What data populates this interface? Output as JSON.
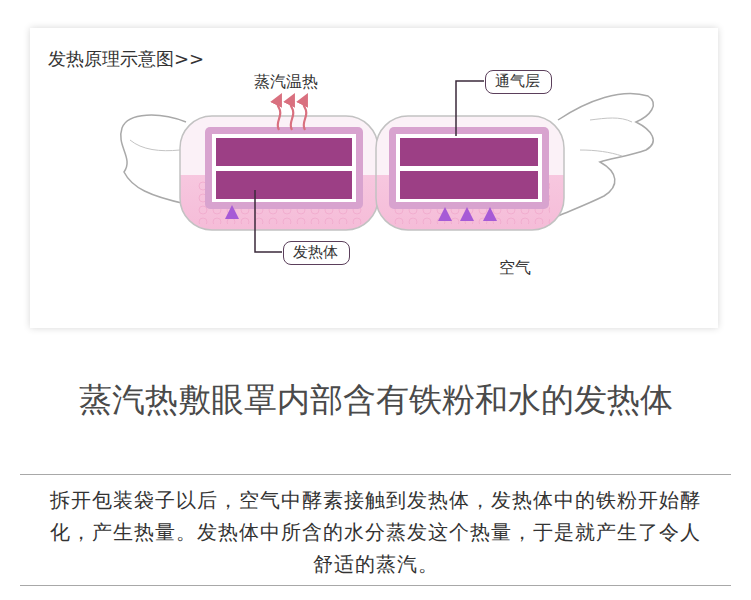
{
  "diagram": {
    "title": "蒸汽热敷眼罩内部含有铁粉和水的发热体",
    "caption": "拆开包装袋子以后，空气中酵素接触到发热体，发热体中的铁粉开始酵化，产生热量。发热体中所含的水分蒸发这个热量，于是就产生了令人舒适的蒸汽。",
    "nodes": [
      {
        "text": [
          "通气层"
        ]
      },
      {
        "text": [
          "发热体"
        ]
      }
    ],
    "labels": [
      "发热原理示意图>>",
      "蒸汽温热",
      "空气"
    ]
  }
}
